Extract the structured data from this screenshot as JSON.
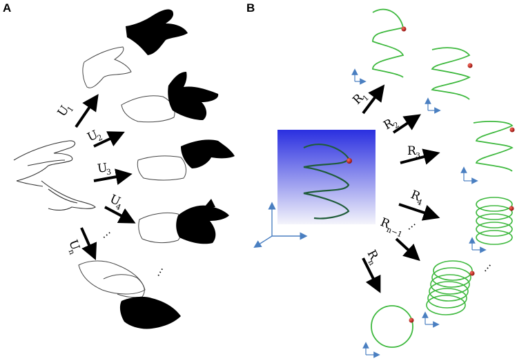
{
  "panels": [
    {
      "label": "A"
    },
    {
      "label": "B"
    }
  ],
  "panel_a": {
    "operators": [
      {
        "symbol": "U",
        "subscript": "1"
      },
      {
        "symbol": "U",
        "subscript": "2"
      },
      {
        "symbol": "U",
        "subscript": "3"
      },
      {
        "symbol": "U",
        "subscript": "4"
      },
      {
        "symbol": "U",
        "subscript": "n"
      }
    ],
    "ellipsis": "⋯"
  },
  "panel_b": {
    "operators": [
      {
        "symbol": "R",
        "subscript": "1"
      },
      {
        "symbol": "R",
        "subscript": "2"
      },
      {
        "symbol": "R",
        "subscript": "3"
      },
      {
        "symbol": "R",
        "subscript": "4"
      },
      {
        "symbol": "R",
        "subscript": "n−1"
      },
      {
        "symbol": "R",
        "subscript": "n"
      }
    ],
    "ellipsis": "⋯"
  },
  "colors": {
    "helix_source": "#1f5c3a",
    "helix_green": "#3db83d",
    "axis_blue": "#4a7fc1",
    "box_top": "#2a2fe0",
    "box_bottom": "#f4f4fb",
    "marker_red": "#c0140f"
  }
}
